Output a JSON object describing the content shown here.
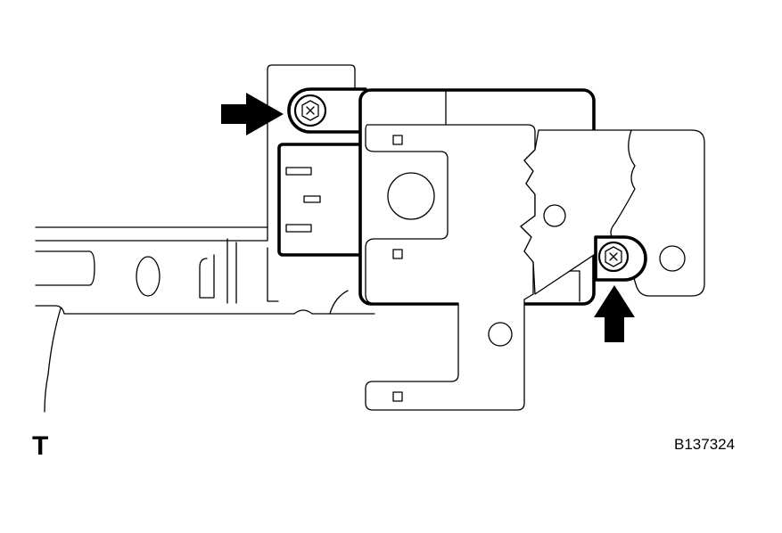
{
  "figure": {
    "view_label": "T",
    "figure_code": "B137324"
  },
  "colors": {
    "line": "#000000",
    "background": "#ffffff"
  },
  "callouts": {
    "upper_arrow": "arrow-pointing-right-at-upper-screw",
    "lower_arrow": "arrow-pointing-up-at-lower-screw"
  }
}
